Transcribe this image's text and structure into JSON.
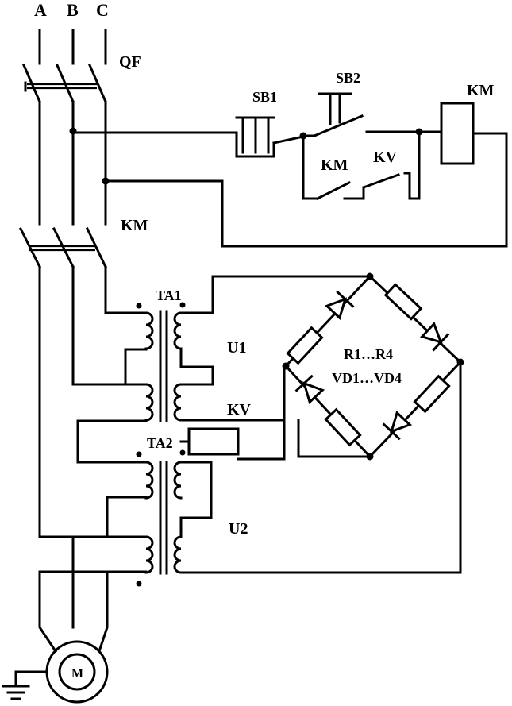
{
  "phases": {
    "a": "A",
    "b": "B",
    "c": "C"
  },
  "labels": {
    "qf": "QF",
    "sb1": "SB1",
    "sb2": "SB2",
    "km_coil": "KM",
    "km_aux": "KM",
    "kv_contact": "KV",
    "km_main": "KM",
    "ta1": "TA1",
    "ta2": "TA2",
    "u1": "U1",
    "u2": "U2",
    "kv_relay": "KV",
    "bridge_r": "R1…R4",
    "bridge_vd": "VD1…VD4",
    "motor": "M"
  }
}
